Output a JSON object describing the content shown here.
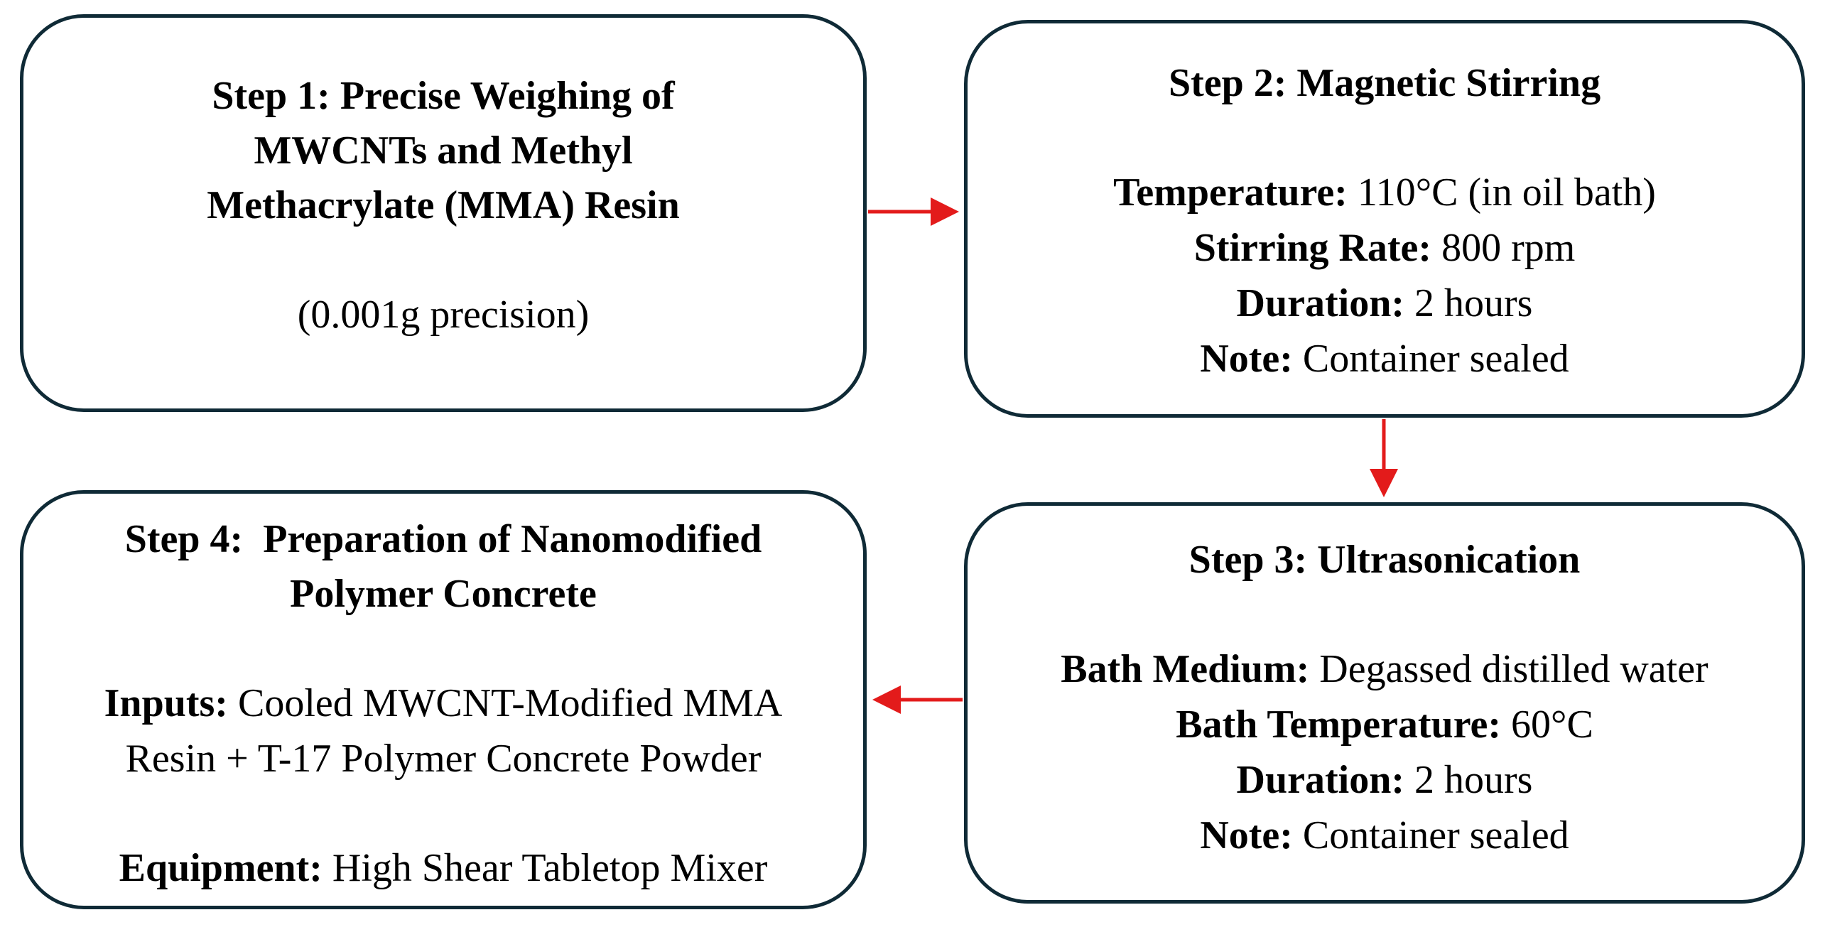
{
  "colors": {
    "box_border": "#0f2a36",
    "arrow": "#e31b1b"
  },
  "step1": {
    "title_lines": [
      "Step 1: Precise Weighing of",
      "MWCNTs and Methyl",
      "Methacrylate (MMA) Resin"
    ],
    "note": "(0.001g precision)"
  },
  "step2": {
    "title": "Step 2: Magnetic Stirring",
    "params": [
      {
        "label": "Temperature:",
        "value": "110°C (in oil bath)"
      },
      {
        "label": "Stirring Rate:",
        "value": "800 rpm"
      },
      {
        "label": "Duration:",
        "value": "2 hours"
      },
      {
        "label": "Note:",
        "value": "Container sealed"
      }
    ]
  },
  "step3": {
    "title": "Step 3: Ultrasonication",
    "params": [
      {
        "label": "Bath Medium:",
        "value": "Degassed distilled water"
      },
      {
        "label": "Bath Temperature:",
        "value": "60°C"
      },
      {
        "label": "Duration:",
        "value": "2 hours"
      },
      {
        "label": "Note:",
        "value": "Container sealed"
      }
    ]
  },
  "step4": {
    "title_lines": [
      "Step 4:  Preparation of Nanomodified",
      "Polymer Concrete"
    ],
    "inputs_label": "Inputs:",
    "inputs_value_line1": "Cooled MWCNT-Modified MMA",
    "inputs_value_line2": "Resin + T-17 Polymer Concrete Powder",
    "equipment_label": "Equipment:",
    "equipment_value": "High Shear Tabletop Mixer"
  }
}
